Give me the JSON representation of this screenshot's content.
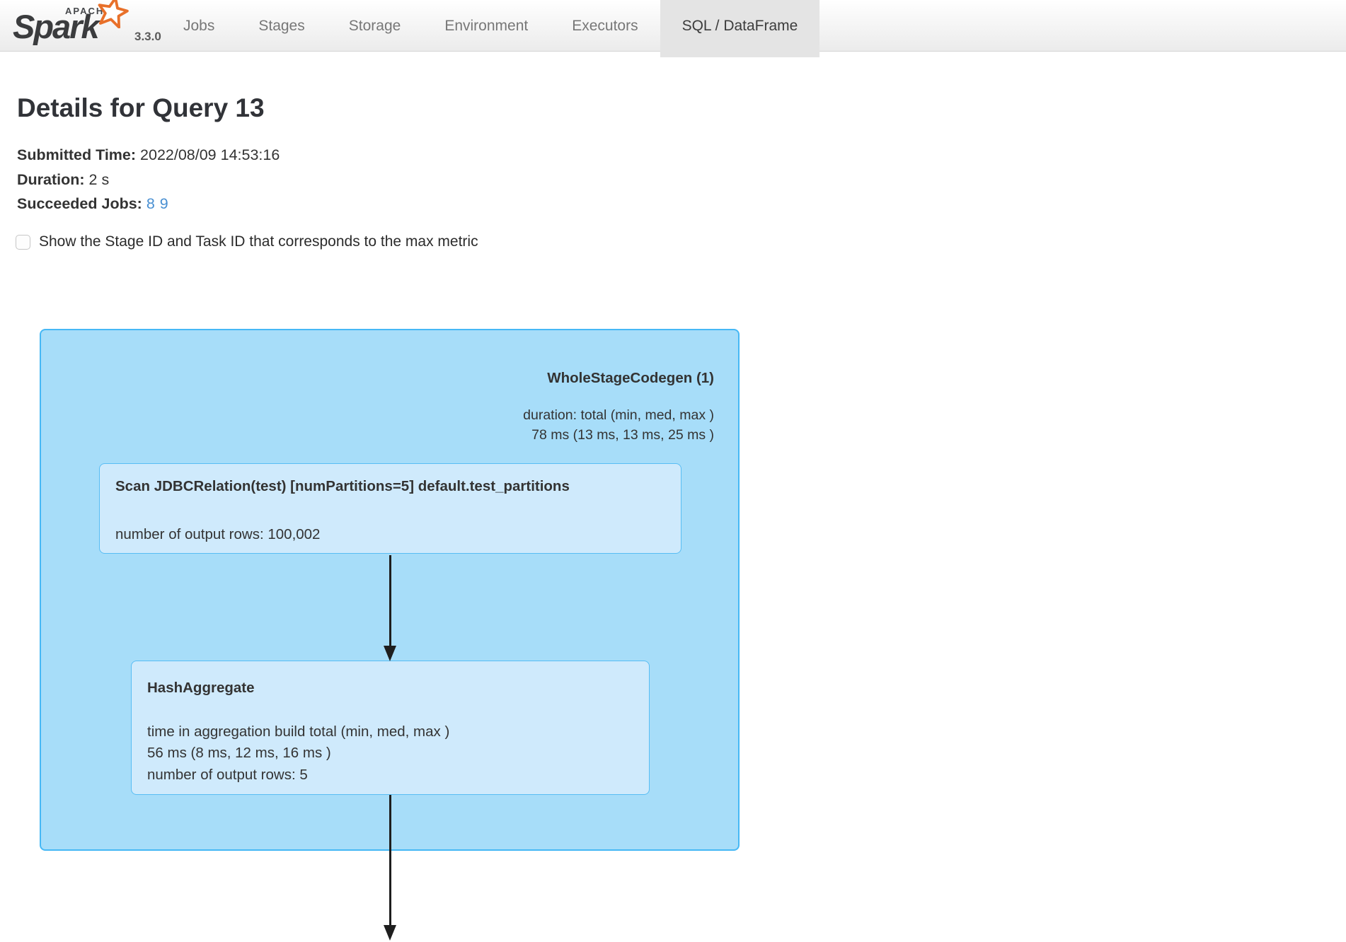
{
  "navbar": {
    "logo": {
      "apache": "APACHE",
      "spark": "Spark",
      "version": "3.3.0"
    },
    "tabs": [
      {
        "label": "Jobs",
        "active": false
      },
      {
        "label": "Stages",
        "active": false
      },
      {
        "label": "Storage",
        "active": false
      },
      {
        "label": "Environment",
        "active": false
      },
      {
        "label": "Executors",
        "active": false
      },
      {
        "label": "SQL / DataFrame",
        "active": true
      }
    ]
  },
  "page": {
    "title": "Details for Query 13",
    "info": [
      {
        "label": "Submitted Time:",
        "value": "2022/08/09 14:53:16"
      },
      {
        "label": "Duration:",
        "value": "2 s"
      },
      {
        "label": "Succeeded Jobs:",
        "links": [
          "8",
          "9"
        ]
      }
    ],
    "checkbox_label": "Show the Stage ID and Task ID that corresponds to the max metric",
    "checkbox_checked": false
  },
  "dag": {
    "cluster": {
      "title": "WholeStageCodegen (1)",
      "metric_lines": [
        "duration: total (min, med, max )",
        "78 ms (13 ms, 13 ms, 25 ms )"
      ]
    },
    "nodes": [
      {
        "title": "Scan JDBCRelation(test) [numPartitions=5] default.test_partitions",
        "metrics": [
          "number of output rows: 100,002"
        ]
      },
      {
        "title": "HashAggregate",
        "metrics": [
          "time in aggregation build total (min, med, max )",
          "56 ms (8 ms, 12 ms, 16 ms )",
          "number of output rows: 5"
        ]
      }
    ]
  },
  "colors": {
    "link-blue": "#4a90d2",
    "cluster-fill": "#a7ddf9",
    "cluster-stroke": "#46b8f5",
    "node-fill": "#cfeafc",
    "node-stroke": "#58bdf4",
    "active-tab-bg": "#e4e4e4",
    "star-orange": "#e8702a",
    "arrow": "#1e1e1e"
  }
}
